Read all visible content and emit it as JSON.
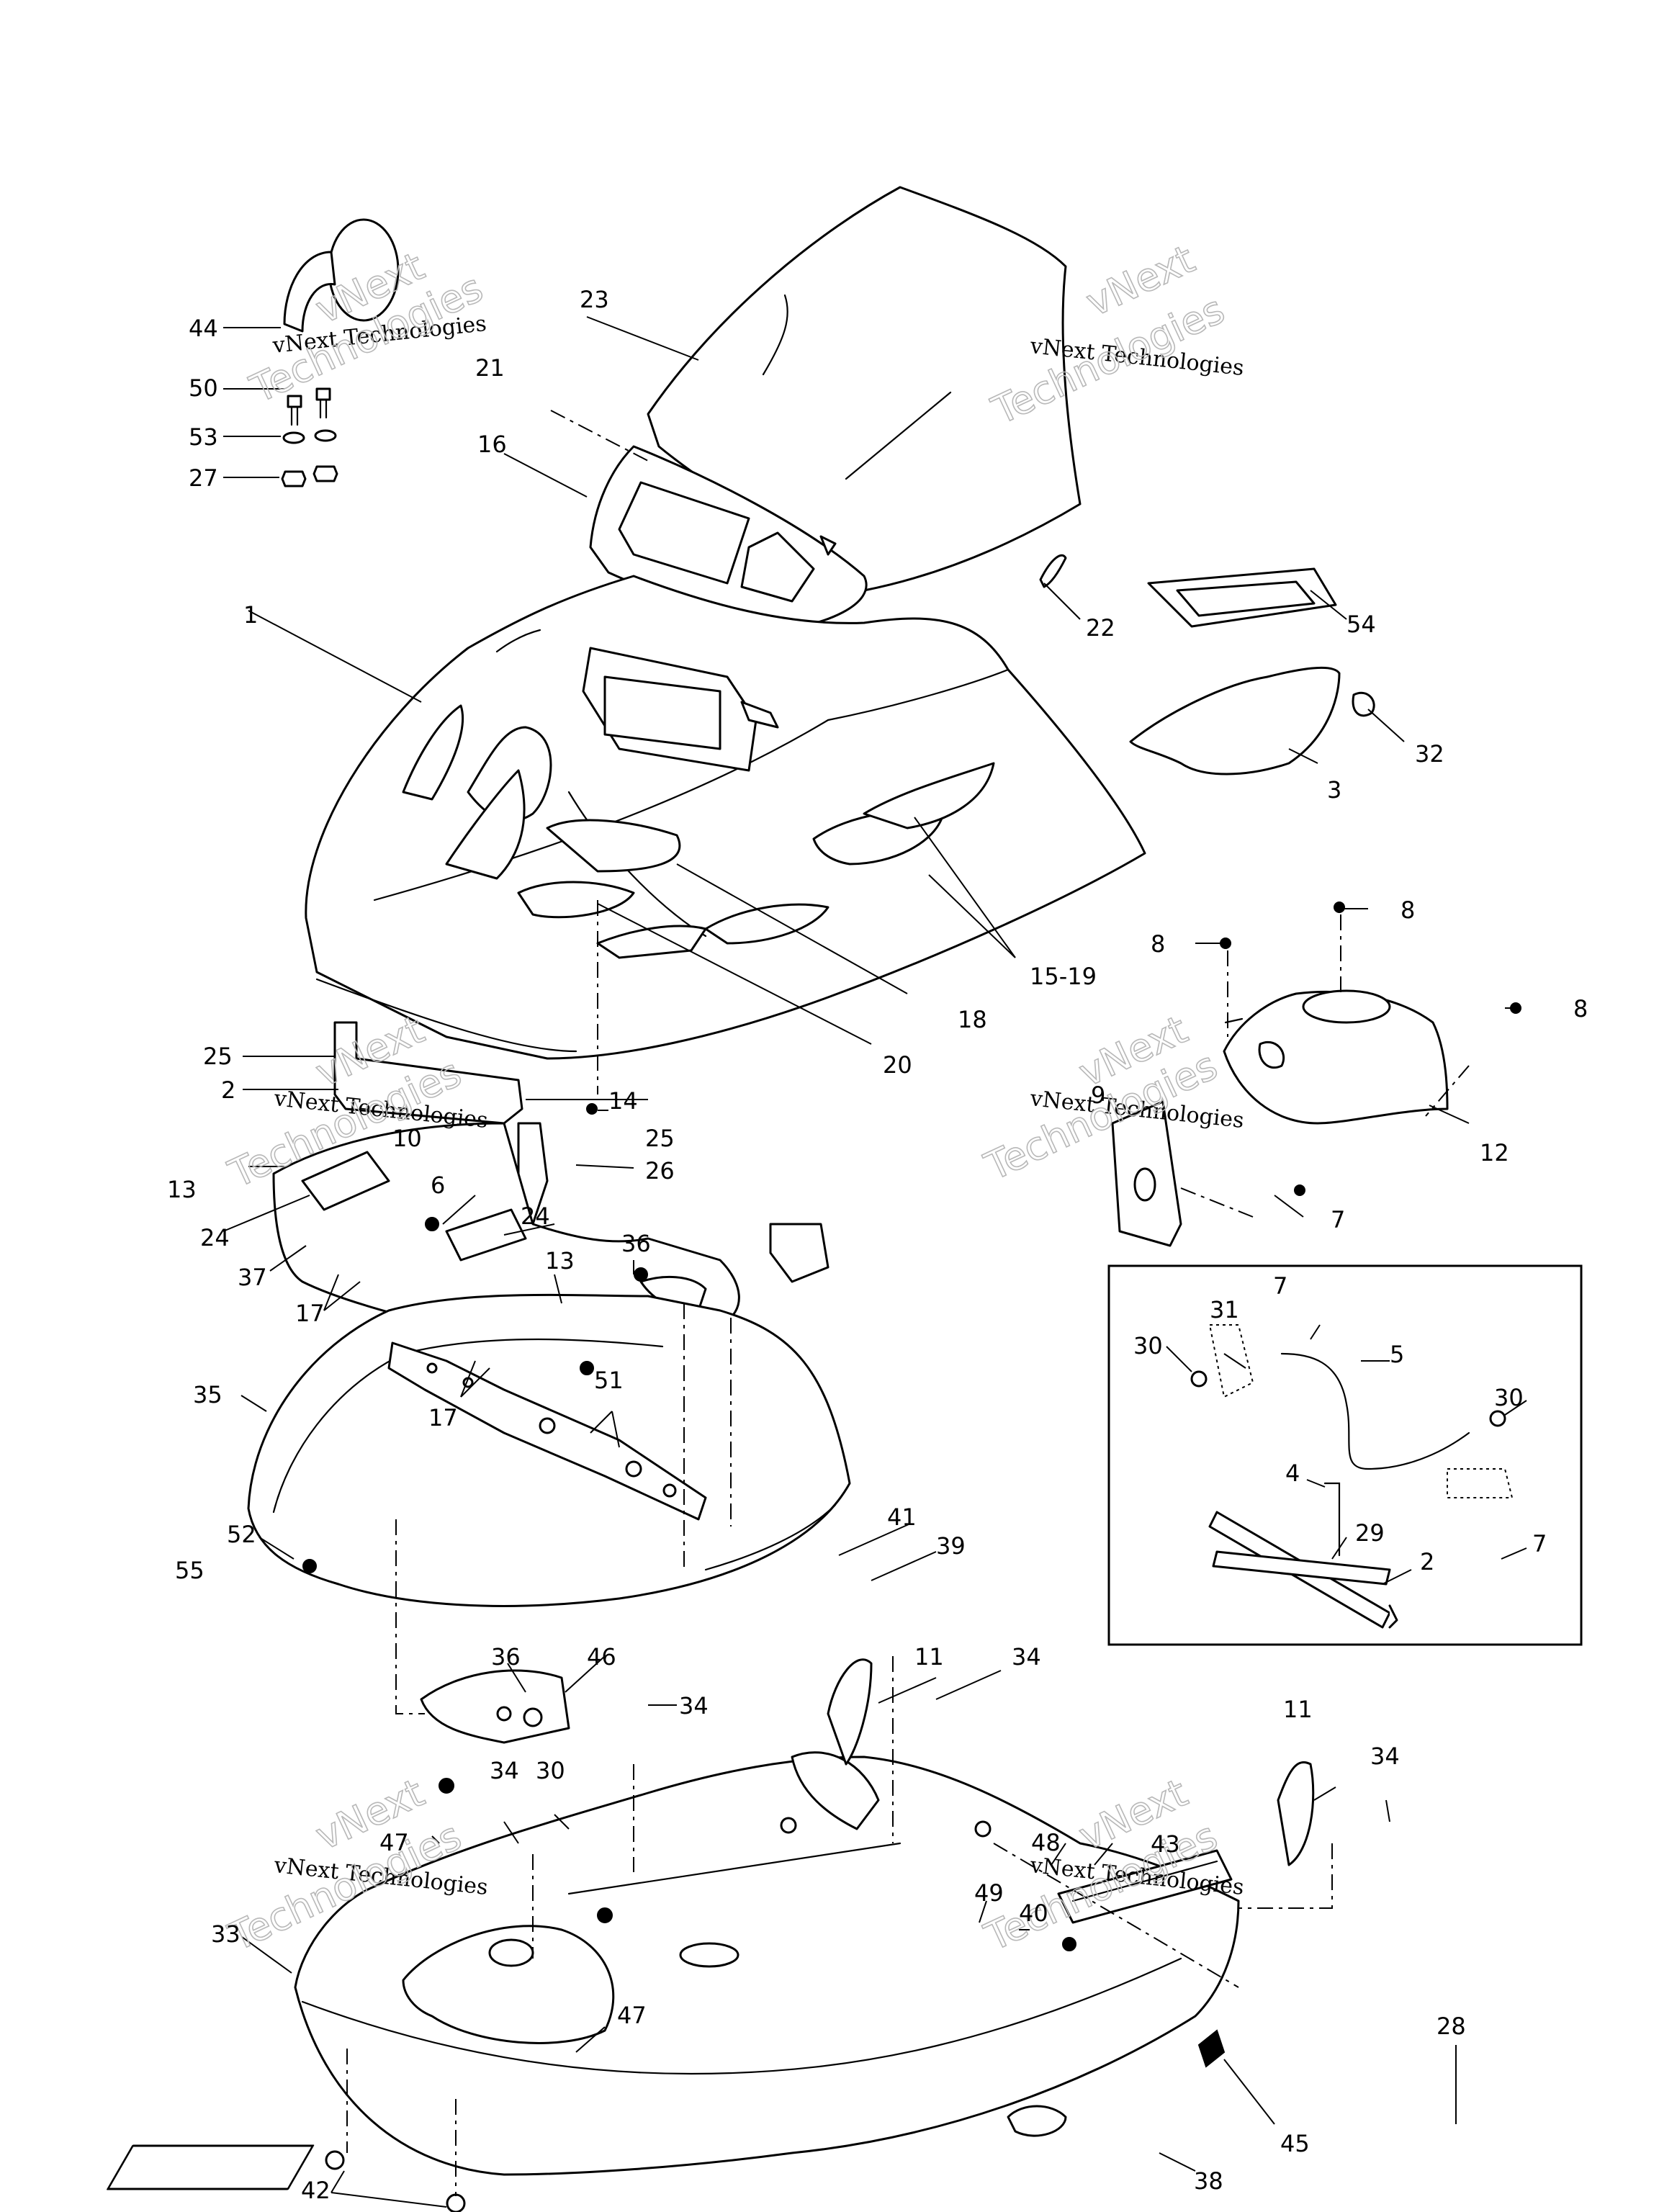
{
  "watermark": {
    "brand": "vNext",
    "line": "vNext Technologies",
    "word": "Technologies"
  },
  "callouts": {
    "c1": "1",
    "c2": "2",
    "c2b": "2",
    "c3": "3",
    "c4": "4",
    "c5": "5",
    "c6": "6",
    "c7a": "7",
    "c7b": "7",
    "c7c": "7",
    "c8a": "8",
    "c8b": "8",
    "c8c": "8",
    "c9": "9",
    "c10": "10",
    "c11a": "11",
    "c11b": "11",
    "c12": "12",
    "c13a": "13",
    "c13b": "13",
    "c14": "14",
    "c15": "15-19",
    "c16": "16",
    "c17a": "17",
    "c17b": "17",
    "c18": "18",
    "c20": "20",
    "c21": "21",
    "c22": "22",
    "c23": "23",
    "c24a": "24",
    "c24b": "24",
    "c25a": "25",
    "c25b": "25",
    "c26": "26",
    "c27": "27",
    "c28": "28",
    "c29": "29",
    "c30a": "30",
    "c30b": "30",
    "c30c": "30",
    "c31": "31",
    "c32": "32",
    "c33": "33",
    "c34a": "34",
    "c34b": "34",
    "c34c": "34",
    "c34d": "34",
    "c35": "35",
    "c36a": "36",
    "c36b": "36",
    "c37": "37",
    "c38": "38",
    "c39": "39",
    "c40": "40",
    "c41": "41",
    "c42": "42",
    "c43": "43",
    "c44": "44",
    "c45": "45",
    "c46": "46",
    "c47a": "47",
    "c47b": "47",
    "c48": "48",
    "c49": "49",
    "c50": "50",
    "c51": "51",
    "c52": "52",
    "c53": "53",
    "c54": "54",
    "c55": "55"
  }
}
